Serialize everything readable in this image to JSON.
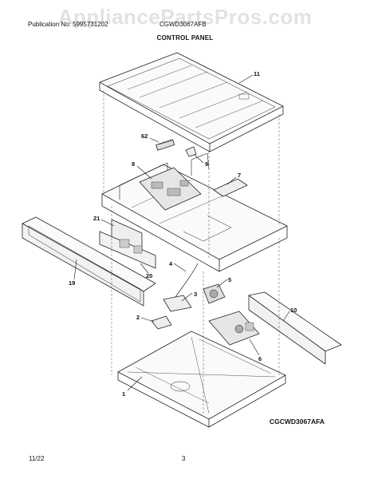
{
  "header": {
    "publication": "Publication No: 5995731202",
    "model": "CGWD3067AFB",
    "section_title": "CONTROL PANEL"
  },
  "watermark": "AppliancePartsPros.com",
  "diagram_code": "CGCWD3067AFA",
  "footer": {
    "date": "11/22",
    "page": "3"
  },
  "callouts": {
    "p11": "11",
    "p62": "62",
    "p9": "9",
    "p8": "8",
    "p7": "7",
    "p21": "21",
    "p4": "4",
    "p20": "20",
    "p19": "19",
    "p3": "3",
    "p5": "5",
    "p10": "10",
    "p2": "2",
    "p6": "6",
    "p1": "1"
  }
}
